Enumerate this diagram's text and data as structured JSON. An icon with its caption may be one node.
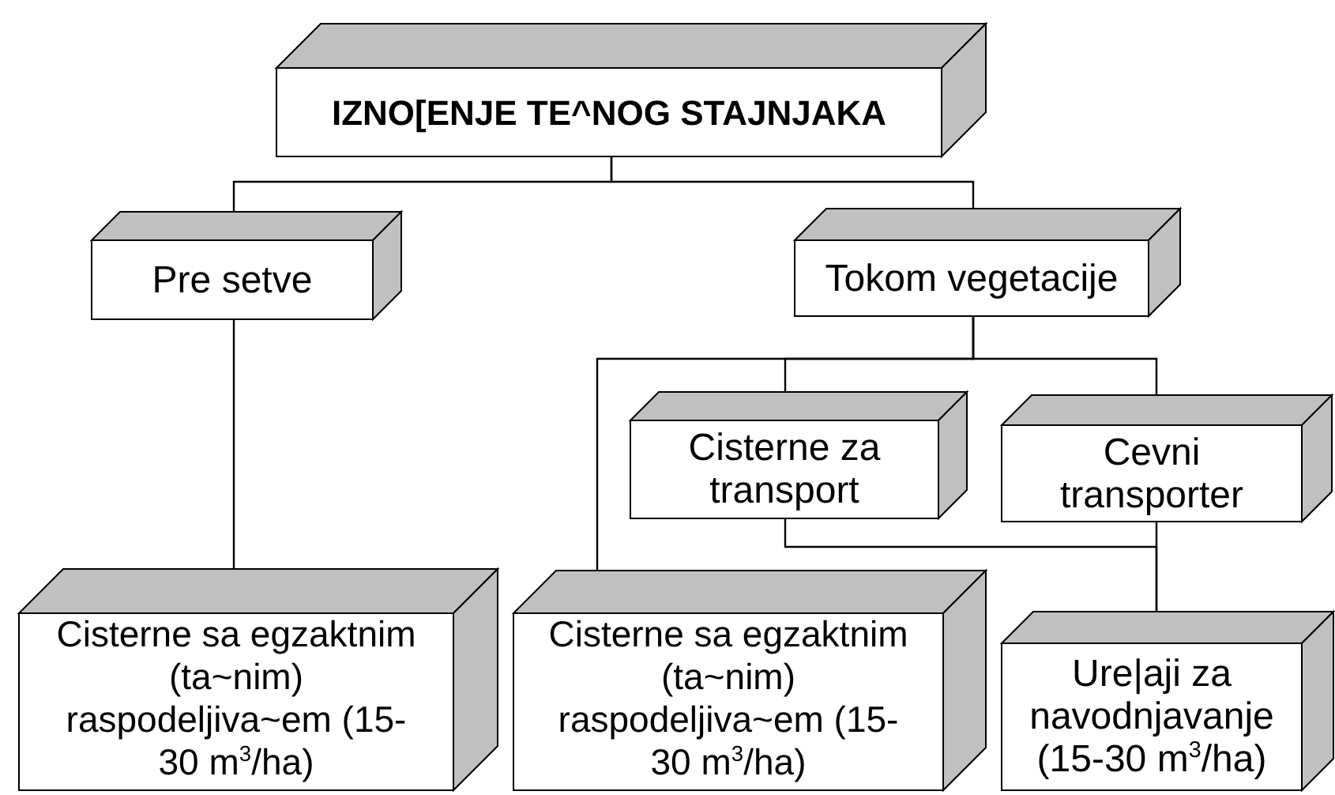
{
  "diagram": {
    "nodes": [
      {
        "text": [
          "IZNO[ENJE TE^NOG STAJNJAKA"
        ]
      },
      {
        "text": [
          "Pre setve"
        ]
      },
      {
        "text": [
          "Tokom vegetacije"
        ]
      },
      {
        "text": [
          "Cisterne za transport"
        ]
      },
      {
        "text": [
          "Cevni transporter"
        ]
      },
      {
        "text": [
          "Cisterne sa egzaktnim (ta~nim) raspodeljiva~em (15-30 m$^{3}$/ha)"
        ]
      },
      {
        "text": [
          "Cisterne sa egzaktnim (ta~nim) raspodeljiva~em (15-30 m$^{3}$/ha)"
        ]
      },
      {
        "text": [
          "Ure|aji za navodnjavanje (15-30 m$^{3}$/ha)"
        ]
      }
    ],
    "edges": [
      {
        "from": 0,
        "to": 1,
        "arrow": "none"
      },
      {
        "from": 0,
        "to": 2,
        "arrow": "none"
      },
      {
        "from": 1,
        "to": 5,
        "arrow": "none"
      },
      {
        "from": 2,
        "to": 6,
        "arrow": "none"
      },
      {
        "from": 2,
        "to": 3,
        "arrow": "none"
      },
      {
        "from": 2,
        "to": 4,
        "arrow": "none"
      },
      {
        "from": 3,
        "to": 7,
        "arrow": "none"
      },
      {
        "from": 4,
        "to": 7,
        "arrow": "none"
      }
    ]
  }
}
